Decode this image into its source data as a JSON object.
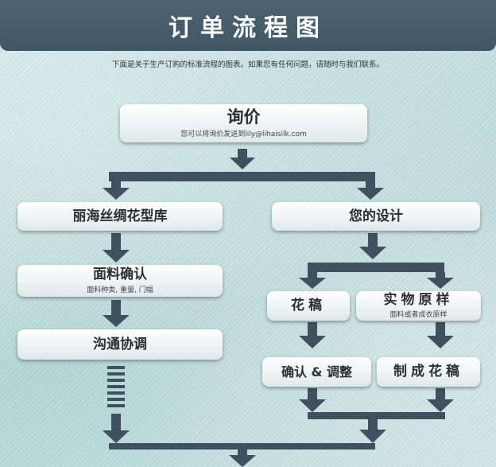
{
  "header": {
    "title": "订单流程图"
  },
  "subtitle": "下面是关于生产订购的标准流程的图表。如果您有任何问题，请随时与我们联系。",
  "nodes": {
    "inquiry": {
      "label": "询价",
      "sub": "您可以将询价发送到lily@lihaisilk.com"
    },
    "library": {
      "label": "丽海丝绸花型库"
    },
    "fabric_confirm": {
      "label": "面料确认",
      "sub": "面料种类, 重量, 门幅"
    },
    "communicate": {
      "label": "沟通协调"
    },
    "your_design": {
      "label": "您的设计"
    },
    "flower_draft": {
      "label": "花稿"
    },
    "sample": {
      "label": "实物原样",
      "sub": "面料或者成衣原样"
    },
    "confirm_adjust": {
      "label": "确认 & 调整"
    },
    "make_draft": {
      "label": "制成花稿"
    }
  },
  "colors": {
    "arrow": "#3d525e",
    "header": "#46606d"
  }
}
